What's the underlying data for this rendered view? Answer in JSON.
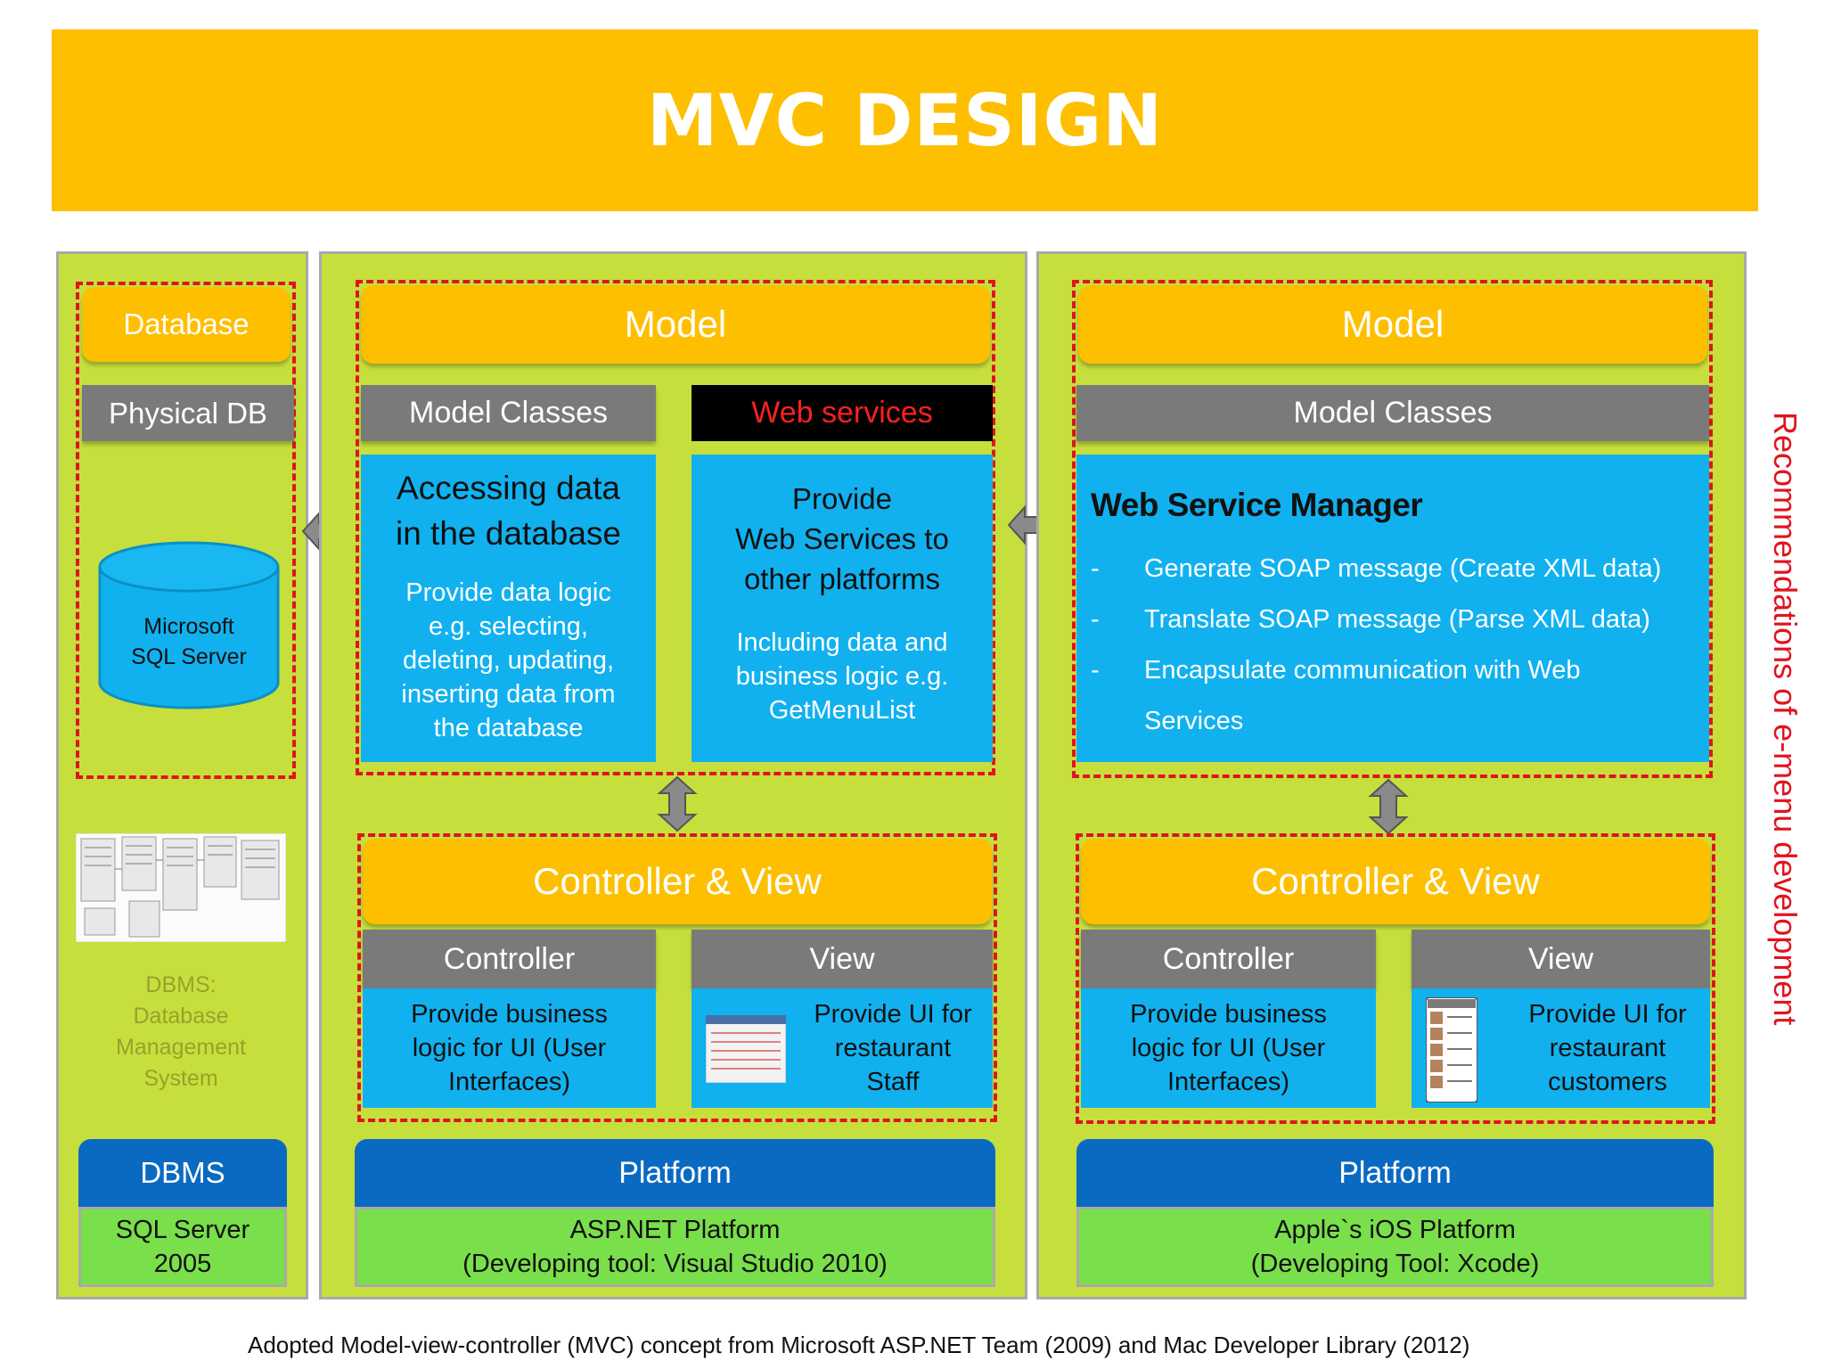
{
  "title": "MVC DESIGN",
  "left": {
    "header": "Database",
    "sub": "Physical DB",
    "cylinder_lines": [
      "Microsoft",
      "SQL Server"
    ],
    "dbms_label_lines": [
      "DBMS:",
      "Database",
      "Management",
      "System"
    ],
    "platform": "DBMS",
    "platform_detail_lines": [
      "SQL Server",
      "2005"
    ]
  },
  "middle": {
    "model_header": "Model",
    "model_classes": "Model Classes",
    "web_services": "Web services",
    "access_title_lines": [
      "Accessing data",
      "in the database"
    ],
    "access_body_lines": [
      "Provide data logic",
      "e.g. selecting,",
      "deleting, updating,",
      "inserting data from",
      "the database"
    ],
    "ws_title_lines": [
      "Provide",
      "Web Services to",
      "other platforms"
    ],
    "ws_body_lines": [
      "Including data and",
      "business logic e.g.",
      "GetMenuList"
    ],
    "cv_header": "Controller & View",
    "controller": "Controller",
    "controller_body_lines": [
      "Provide business",
      "logic for UI (User",
      "Interfaces)"
    ],
    "view": "View",
    "view_body_lines": [
      "Provide UI for",
      "restaurant",
      "Staff"
    ],
    "platform": "Platform",
    "platform_detail_lines": [
      "ASP.NET Platform",
      "(Developing tool: Visual Studio 2010)"
    ]
  },
  "right": {
    "model_header": "Model",
    "model_classes": "Model Classes",
    "wsm_title": "Web Service Manager",
    "wsm_items": [
      "Generate SOAP message (Create XML data)",
      "Translate SOAP message (Parse XML data)",
      "Encapsulate communication with Web",
      "Services"
    ],
    "bullet": "-",
    "cv_header": "Controller & View",
    "controller": "Controller",
    "controller_body_lines": [
      "Provide business",
      "logic for UI (User",
      "Interfaces)"
    ],
    "view": "View",
    "view_body_lines": [
      "Provide UI for",
      "restaurant",
      "customers"
    ],
    "platform": "Platform",
    "platform_detail_lines": [
      "Apple`s iOS Platform",
      "(Developing Tool: Xcode)"
    ]
  },
  "side_note": "Recommendations of e-menu development",
  "footer": "Adopted Model-view-controller (MVC) concept from Microsoft ASP.NET Team (2009) and Mac Developer Library (2012)",
  "colors": {
    "banner": "#fdbf00",
    "panel": "#c7df3c",
    "header": "#fdbf00",
    "sub": "#7a7a7a",
    "content": "#11b1ef",
    "platform": "#0a6ac2",
    "platform_detail": "#79df4a",
    "dash": "#e0141e"
  }
}
